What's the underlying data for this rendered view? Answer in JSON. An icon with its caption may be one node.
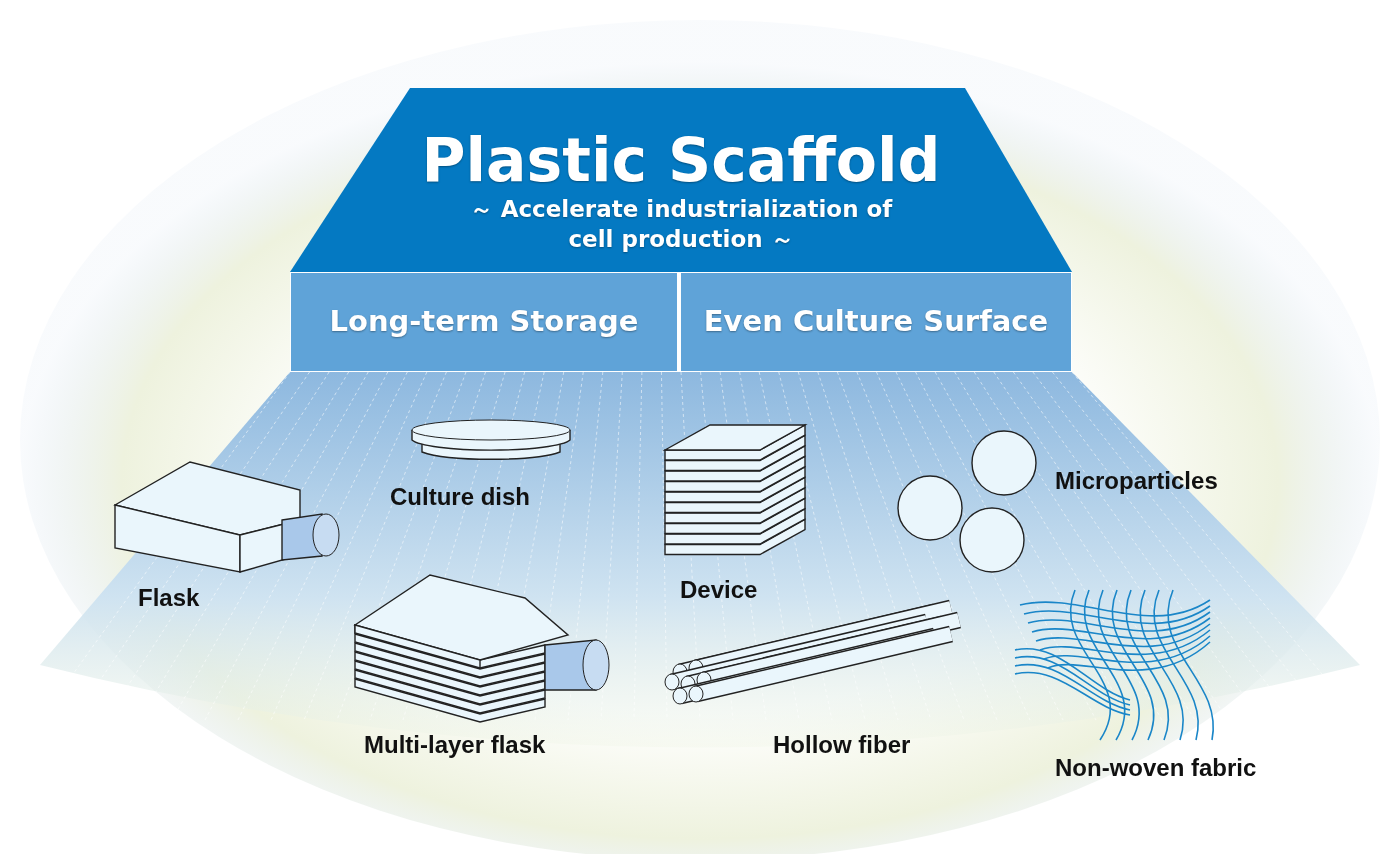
{
  "diagram": {
    "nodes": [
      {
        "text": [
          "Plastic Scaffold",
          "～ Accelerate industrialization of cell production ～"
        ]
      },
      {
        "text": [
          "Long-term Storage"
        ]
      },
      {
        "text": [
          "Even Culture Surface"
        ]
      }
    ],
    "edges": [],
    "labels": [
      "Culture dish",
      "Microparticles",
      "Flask",
      "Device",
      "Multi-layer flask",
      "Hollow fiber",
      "Non-woven fabric"
    ]
  }
}
